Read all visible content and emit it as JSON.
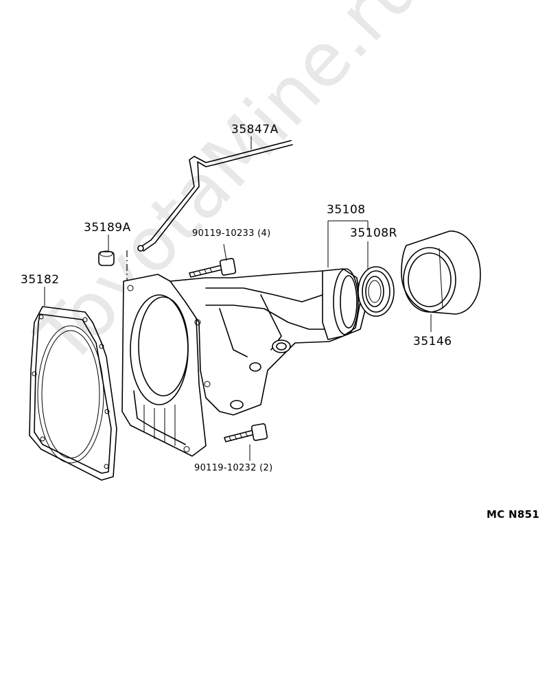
{
  "watermark": "ToyotaMine.ru",
  "diagram_code": "MC N851",
  "parts": {
    "tube": "35847A",
    "plug": "35189A",
    "gasket": "35182",
    "bolt_upper": "90119-10233 (4)",
    "bolt_lower": "90119-10232 (2)",
    "extension_housing": "35108",
    "oil_seal": "35108R",
    "dust_cover": "35146"
  }
}
